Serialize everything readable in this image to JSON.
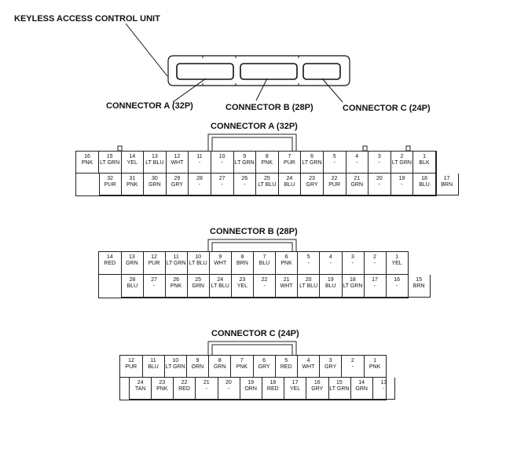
{
  "title": "KEYLESS ACCESS CONTROL UNIT",
  "overview": {
    "label_a": "CONNECTOR A (32P)",
    "label_b": "CONNECTOR B (28P)",
    "label_c": "CONNECTOR C (24P)"
  },
  "connectors": [
    {
      "id": "a",
      "title": "CONNECTOR A (32P)",
      "top": [
        {
          "pin": "16",
          "color": "PNK"
        },
        {
          "pin": "15",
          "color": "LT GRN"
        },
        {
          "pin": "14",
          "color": "YEL"
        },
        {
          "pin": "13",
          "color": "LT BLU"
        },
        {
          "pin": "12",
          "color": "WHT"
        },
        {
          "pin": "11",
          "color": "-"
        },
        {
          "pin": "10",
          "color": "-"
        },
        {
          "pin": "9",
          "color": "LT GRN"
        },
        {
          "pin": "8",
          "color": "PNK"
        },
        {
          "pin": "7",
          "color": "PUR"
        },
        {
          "pin": "6",
          "color": "LT GRN"
        },
        {
          "pin": "5",
          "color": "-"
        },
        {
          "pin": "4",
          "color": "-"
        },
        {
          "pin": "3",
          "color": "-"
        },
        {
          "pin": "2",
          "color": "LT GRN"
        },
        {
          "pin": "1",
          "color": "BLK"
        }
      ],
      "bottom": [
        {
          "pin": "32",
          "color": "PUR"
        },
        {
          "pin": "31",
          "color": "PNK"
        },
        {
          "pin": "30",
          "color": "GRN"
        },
        {
          "pin": "29",
          "color": "GRY"
        },
        {
          "pin": "28",
          "color": "-"
        },
        {
          "pin": "27",
          "color": "-"
        },
        {
          "pin": "26",
          "color": "-"
        },
        {
          "pin": "25",
          "color": "LT BLU"
        },
        {
          "pin": "24",
          "color": "BLU"
        },
        {
          "pin": "23",
          "color": "GRY"
        },
        {
          "pin": "22",
          "color": "PUR"
        },
        {
          "pin": "21",
          "color": "GRN"
        },
        {
          "pin": "20",
          "color": "-"
        },
        {
          "pin": "19",
          "color": "-"
        },
        {
          "pin": "18",
          "color": "BLU"
        },
        {
          "pin": "17",
          "color": "BRN"
        }
      ]
    },
    {
      "id": "b",
      "title": "CONNECTOR B (28P)",
      "top": [
        {
          "pin": "14",
          "color": "RED"
        },
        {
          "pin": "13",
          "color": "GRN"
        },
        {
          "pin": "12",
          "color": "PUR"
        },
        {
          "pin": "11",
          "color": "LT GRN"
        },
        {
          "pin": "10",
          "color": "LT BLU"
        },
        {
          "pin": "9",
          "color": "WHT"
        },
        {
          "pin": "8",
          "color": "BRN"
        },
        {
          "pin": "7",
          "color": "BLU"
        },
        {
          "pin": "6",
          "color": "PNK"
        },
        {
          "pin": "5",
          "color": "-"
        },
        {
          "pin": "4",
          "color": "-"
        },
        {
          "pin": "3",
          "color": "-"
        },
        {
          "pin": "2",
          "color": "-"
        },
        {
          "pin": "1",
          "color": "YEL"
        }
      ],
      "bottom": [
        {
          "pin": "28",
          "color": "BLU"
        },
        {
          "pin": "27",
          "color": "-"
        },
        {
          "pin": "26",
          "color": "PNK"
        },
        {
          "pin": "25",
          "color": "GRN"
        },
        {
          "pin": "24",
          "color": "LT BLU"
        },
        {
          "pin": "23",
          "color": "YEL"
        },
        {
          "pin": "22",
          "color": "-"
        },
        {
          "pin": "21",
          "color": "WHT"
        },
        {
          "pin": "20",
          "color": "LT BLU"
        },
        {
          "pin": "19",
          "color": "BLU"
        },
        {
          "pin": "18",
          "color": "LT GRN"
        },
        {
          "pin": "17",
          "color": "-"
        },
        {
          "pin": "16",
          "color": "-"
        },
        {
          "pin": "15",
          "color": "BRN"
        }
      ]
    },
    {
      "id": "c",
      "title": "CONNECTOR C (24P)",
      "top": [
        {
          "pin": "12",
          "color": "PUR"
        },
        {
          "pin": "11",
          "color": "BLU"
        },
        {
          "pin": "10",
          "color": "LT GRN"
        },
        {
          "pin": "9",
          "color": "ORN"
        },
        {
          "pin": "8",
          "color": "GRN"
        },
        {
          "pin": "7",
          "color": "PNK"
        },
        {
          "pin": "6",
          "color": "GRY"
        },
        {
          "pin": "5",
          "color": "RED"
        },
        {
          "pin": "4",
          "color": "WHT"
        },
        {
          "pin": "3",
          "color": "GRY"
        },
        {
          "pin": "2",
          "color": "-"
        },
        {
          "pin": "1",
          "color": "PNK"
        }
      ],
      "bottom": [
        {
          "pin": "24",
          "color": "TAN"
        },
        {
          "pin": "23",
          "color": "PNK"
        },
        {
          "pin": "22",
          "color": "RED"
        },
        {
          "pin": "21",
          "color": "-"
        },
        {
          "pin": "20",
          "color": "-"
        },
        {
          "pin": "19",
          "color": "ORN"
        },
        {
          "pin": "18",
          "color": "RED"
        },
        {
          "pin": "17",
          "color": "YEL"
        },
        {
          "pin": "16",
          "color": "GRY"
        },
        {
          "pin": "15",
          "color": "LT GRN"
        },
        {
          "pin": "14",
          "color": "GRN"
        },
        {
          "pin": "13",
          "color": "-"
        }
      ]
    }
  ]
}
